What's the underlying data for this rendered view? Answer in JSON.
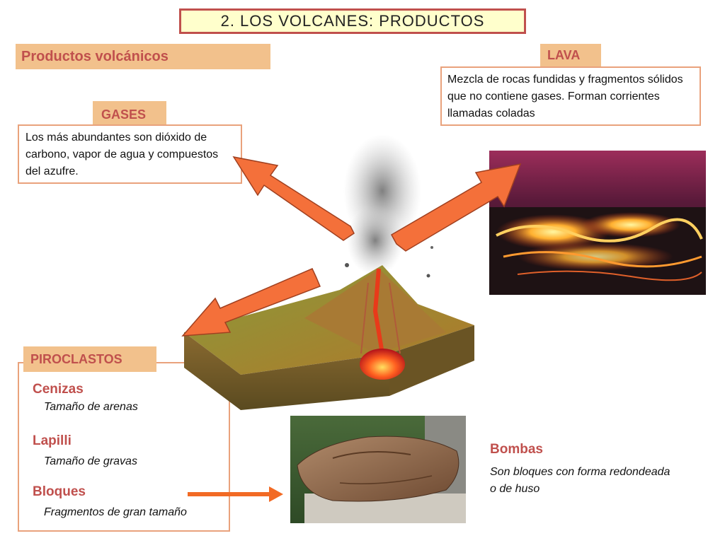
{
  "title": "2. LOS VOLCANES: PRODUCTOS",
  "productos_label": "Productos volcánicos",
  "lava": {
    "label": "LAVA",
    "description": "Mezcla de rocas fundidas y fragmentos sólidos que no contiene gases. Forman corrientes llamadas coladas"
  },
  "gases": {
    "label": "GASES",
    "description": "Los más abundantes son dióxido de carbono, vapor de agua y compuestos del azufre."
  },
  "piroclastos": {
    "label": "PIROCLASTOS",
    "items": [
      {
        "name": "Cenizas",
        "detail": "Tamaño de arenas"
      },
      {
        "name": "Lapilli",
        "detail": "Tamaño de gravas"
      },
      {
        "name": "Bloques",
        "detail": "Fragmentos de gran tamaño"
      }
    ]
  },
  "bombas": {
    "title": "Bombas",
    "description": "Son bloques con forma redondeada o de huso"
  },
  "colors": {
    "accent": "#c0504d",
    "label_fill": "#f2c18c",
    "title_fill": "#ffffcc",
    "arrow": "#f4703a"
  }
}
